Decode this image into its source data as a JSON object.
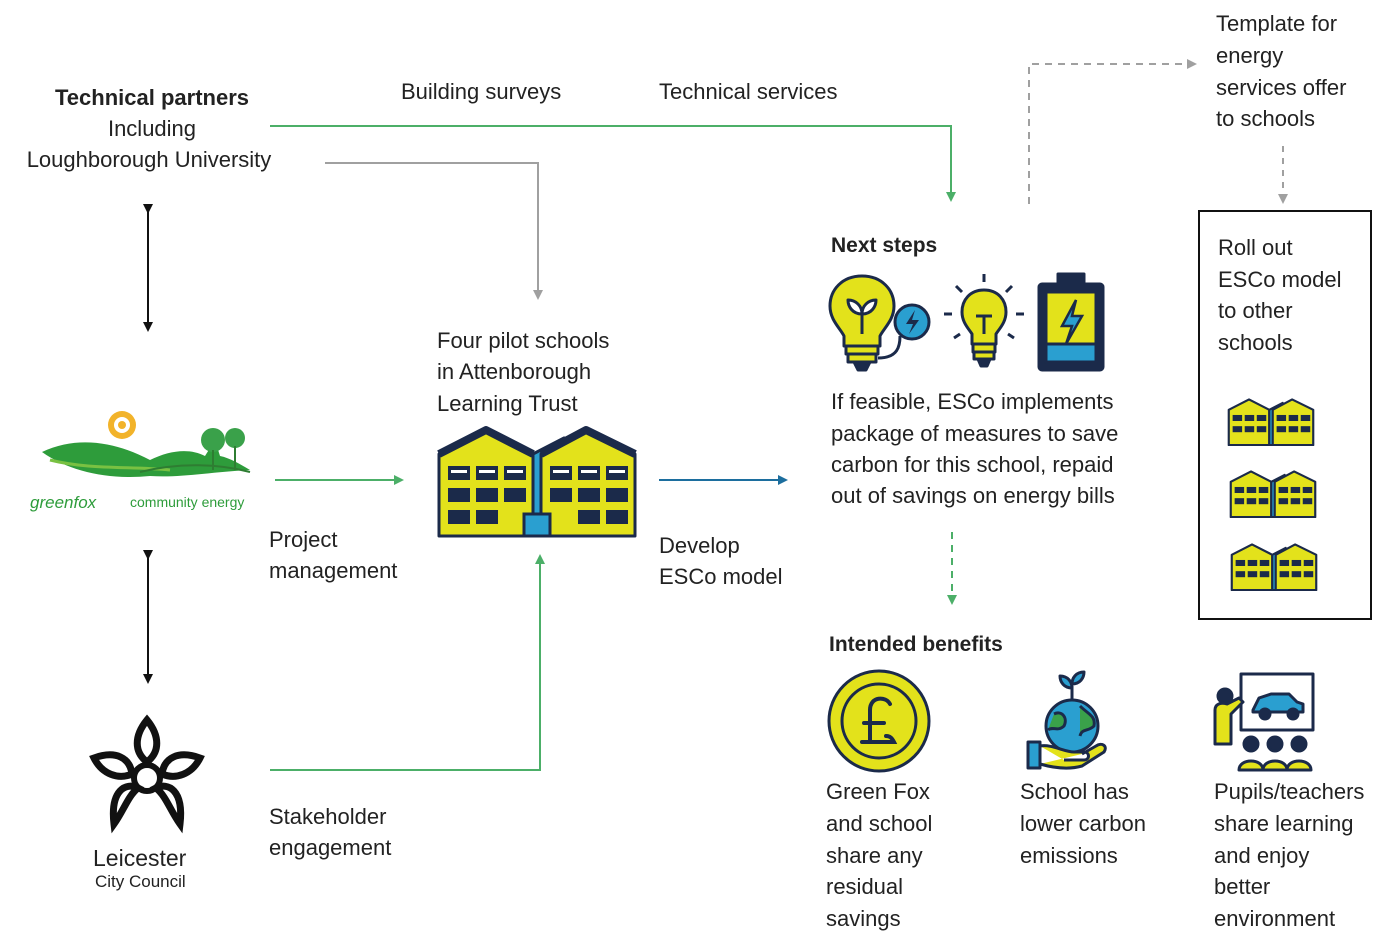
{
  "partners": {
    "title": "Technical partners",
    "line1": "Including",
    "line2": "Loughborough University"
  },
  "flows": {
    "building_surveys": "Building surveys",
    "technical_services": "Technical services",
    "project_management": [
      "Project",
      "management"
    ],
    "stakeholder_engagement": [
      "Stakeholder",
      "engagement"
    ],
    "develop_esco": [
      "Develop",
      "ESCo model"
    ]
  },
  "greenfox": {
    "logo_text_1": "greenfox",
    "logo_text_2": "community energy"
  },
  "leicester": {
    "name": "Leicester",
    "sub": "City Council"
  },
  "schools": {
    "lines": [
      "Four pilot schools",
      "in Attenborough",
      "Learning Trust"
    ]
  },
  "next_steps": {
    "title": "Next steps",
    "lines": [
      "If feasible, ESCo implements",
      "package of measures to save",
      "carbon for this school, repaid",
      "out of savings on energy bills"
    ]
  },
  "template": {
    "lines": [
      "Template for",
      "energy",
      "services offer",
      "to schools"
    ]
  },
  "rollout": {
    "lines": [
      "Roll out",
      "ESCo model",
      "to other",
      "schools"
    ]
  },
  "benefits": {
    "title": "Intended benefits",
    "items": [
      {
        "lines": [
          "Green Fox",
          "and school",
          "share any",
          "residual",
          "savings"
        ]
      },
      {
        "lines": [
          "School has",
          "lower carbon",
          "emissions"
        ]
      },
      {
        "lines": [
          "Pupils/teachers",
          "share learning",
          "and enjoy",
          "better",
          "environment"
        ]
      }
    ]
  },
  "colors": {
    "green_arrow": "#4caf68",
    "grey_arrow": "#a0a0a0",
    "blue_arrow": "#1c6e9e",
    "icon_yellow": "#e3e21b",
    "icon_blue": "#2a9fd0",
    "icon_dark": "#1b2a4a"
  },
  "icons": [
    "lightbulb-plant-icon",
    "lightbulb-idea-icon",
    "battery-charge-icon",
    "pound-coin-icon",
    "globe-hand-plant-icon",
    "presentation-teacher-icon",
    "school-buildings-icon"
  ]
}
